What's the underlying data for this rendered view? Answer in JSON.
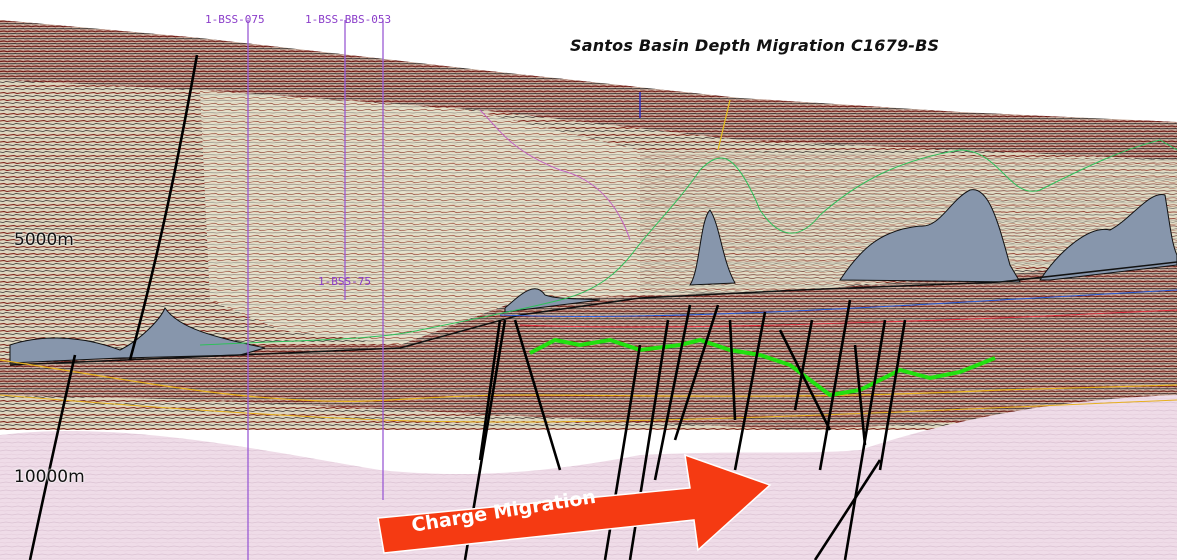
{
  "title": "Santos Basin Depth Migration C1679-BS",
  "depth_labels": {
    "shallow": "5000m",
    "deep": "10000m"
  },
  "wells": {
    "well_a": "1-BSS-075",
    "well_b": "1-BSS-BBS-053",
    "well_c": "1-BSS-75"
  },
  "arrow_label": "Charge Migration",
  "colors": {
    "salt": "#8796ac",
    "basement": "#ecd6e4",
    "arrow": "#f53a12",
    "well_line": "#9a5ad4",
    "green_horizon": "#22e010",
    "fault": "#000000"
  }
}
